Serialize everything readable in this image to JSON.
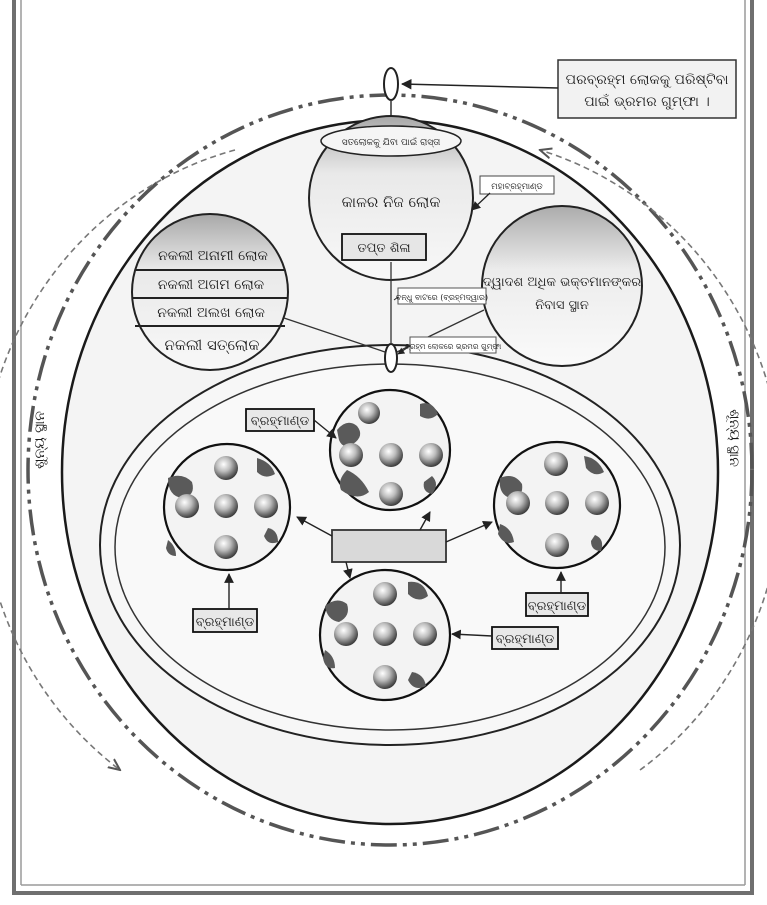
{
  "top_box": {
    "line1": "ପରବ୍ରହ୍ମ ଲୋକକୁ ପରିଷ୍ଟିବା",
    "line2": "ପାଇଁ ଭ୍ରମର ଗୁମ୍ଫା ।"
  },
  "kal_lok": {
    "gate_label": "ସତଲୋକକୁ ଯିବା ପାଇଁ ରାସ୍ତା",
    "title": "କାଳର ନିଜ ଲୋକ",
    "stone": "ତପ୍ତ ଶିଳା"
  },
  "maha_brahmand": "ମହାବ୍ରହ୍ମାଣ୍ଡ",
  "fake_lokas": [
    "ନକଲୀ ଅନାମୀ ଲୋକ",
    "ନକଲୀ ଅଗମ ଲୋକ",
    "ନକଲୀ ଅଲଖ ଲୋକ",
    "ନକଲୀ ସତ୍‌ଲୋକ"
  ],
  "devotee_home": {
    "line1": "ଦ୍ୱାଦଶ ଅଧିକ ଭକ୍ତମାନଙ୍କର",
    "line2": "ନିବାସ ସ୍ଥାନ"
  },
  "small_labels": {
    "upper": "ବନ୍ଧୁ ବାଟରେ (ବ୍ରହ୍ମଦ୍ୱାର)",
    "lower": "ବ୍ରହ୍ମ ଲୋକରେ ଭ୍ରମର ଗୁମ୍ଫା"
  },
  "brahmand_label": "ବ୍ରହ୍ମାଣ୍ଡ",
  "side_left": "ଶୁନ୍ୟ ସ୍ଥାନ",
  "side_right": "ଶୂନ୍ୟ ସ୍ଥାନ"
}
